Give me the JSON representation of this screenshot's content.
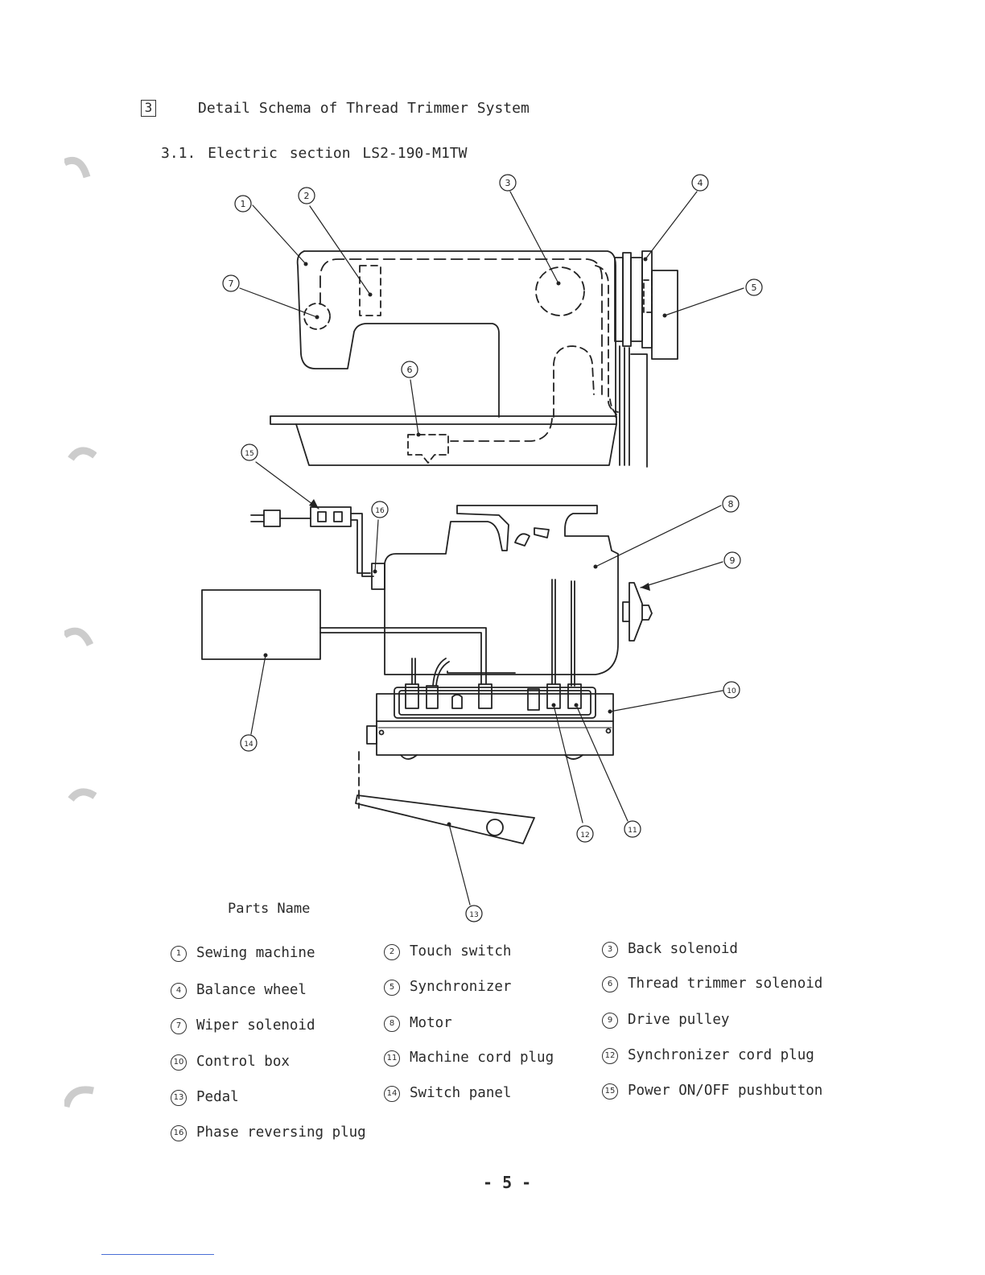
{
  "section": {
    "number": "3",
    "title": "Detail Schema of Thread Trimmer System"
  },
  "subsection": {
    "title": "3.1. Electric section LS2-190-M1TW"
  },
  "diagram": {
    "callouts": [
      "1",
      "2",
      "3",
      "4",
      "5",
      "6",
      "7",
      "8",
      "9",
      "10",
      "11",
      "12",
      "13",
      "14",
      "15",
      "16"
    ]
  },
  "parts_heading": "Parts Name",
  "parts": [
    {
      "num": "1",
      "name": "Sewing machine"
    },
    {
      "num": "2",
      "name": "Touch switch"
    },
    {
      "num": "3",
      "name": "Back solenoid"
    },
    {
      "num": "4",
      "name": "Balance wheel"
    },
    {
      "num": "5",
      "name": "Synchronizer"
    },
    {
      "num": "6",
      "name": "Thread trimmer solenoid"
    },
    {
      "num": "7",
      "name": "Wiper solenoid"
    },
    {
      "num": "8",
      "name": "Motor"
    },
    {
      "num": "9",
      "name": "Drive pulley"
    },
    {
      "num": "10",
      "name": "Control box"
    },
    {
      "num": "11",
      "name": "Machine cord plug"
    },
    {
      "num": "12",
      "name": "Synchronizer cord plug"
    },
    {
      "num": "13",
      "name": "Pedal"
    },
    {
      "num": "14",
      "name": "Switch panel"
    },
    {
      "num": "15",
      "name": "Power ON/OFF pushbutton"
    },
    {
      "num": "16",
      "name": "Phase reversing plug"
    }
  ],
  "page_number": "- 5 -"
}
